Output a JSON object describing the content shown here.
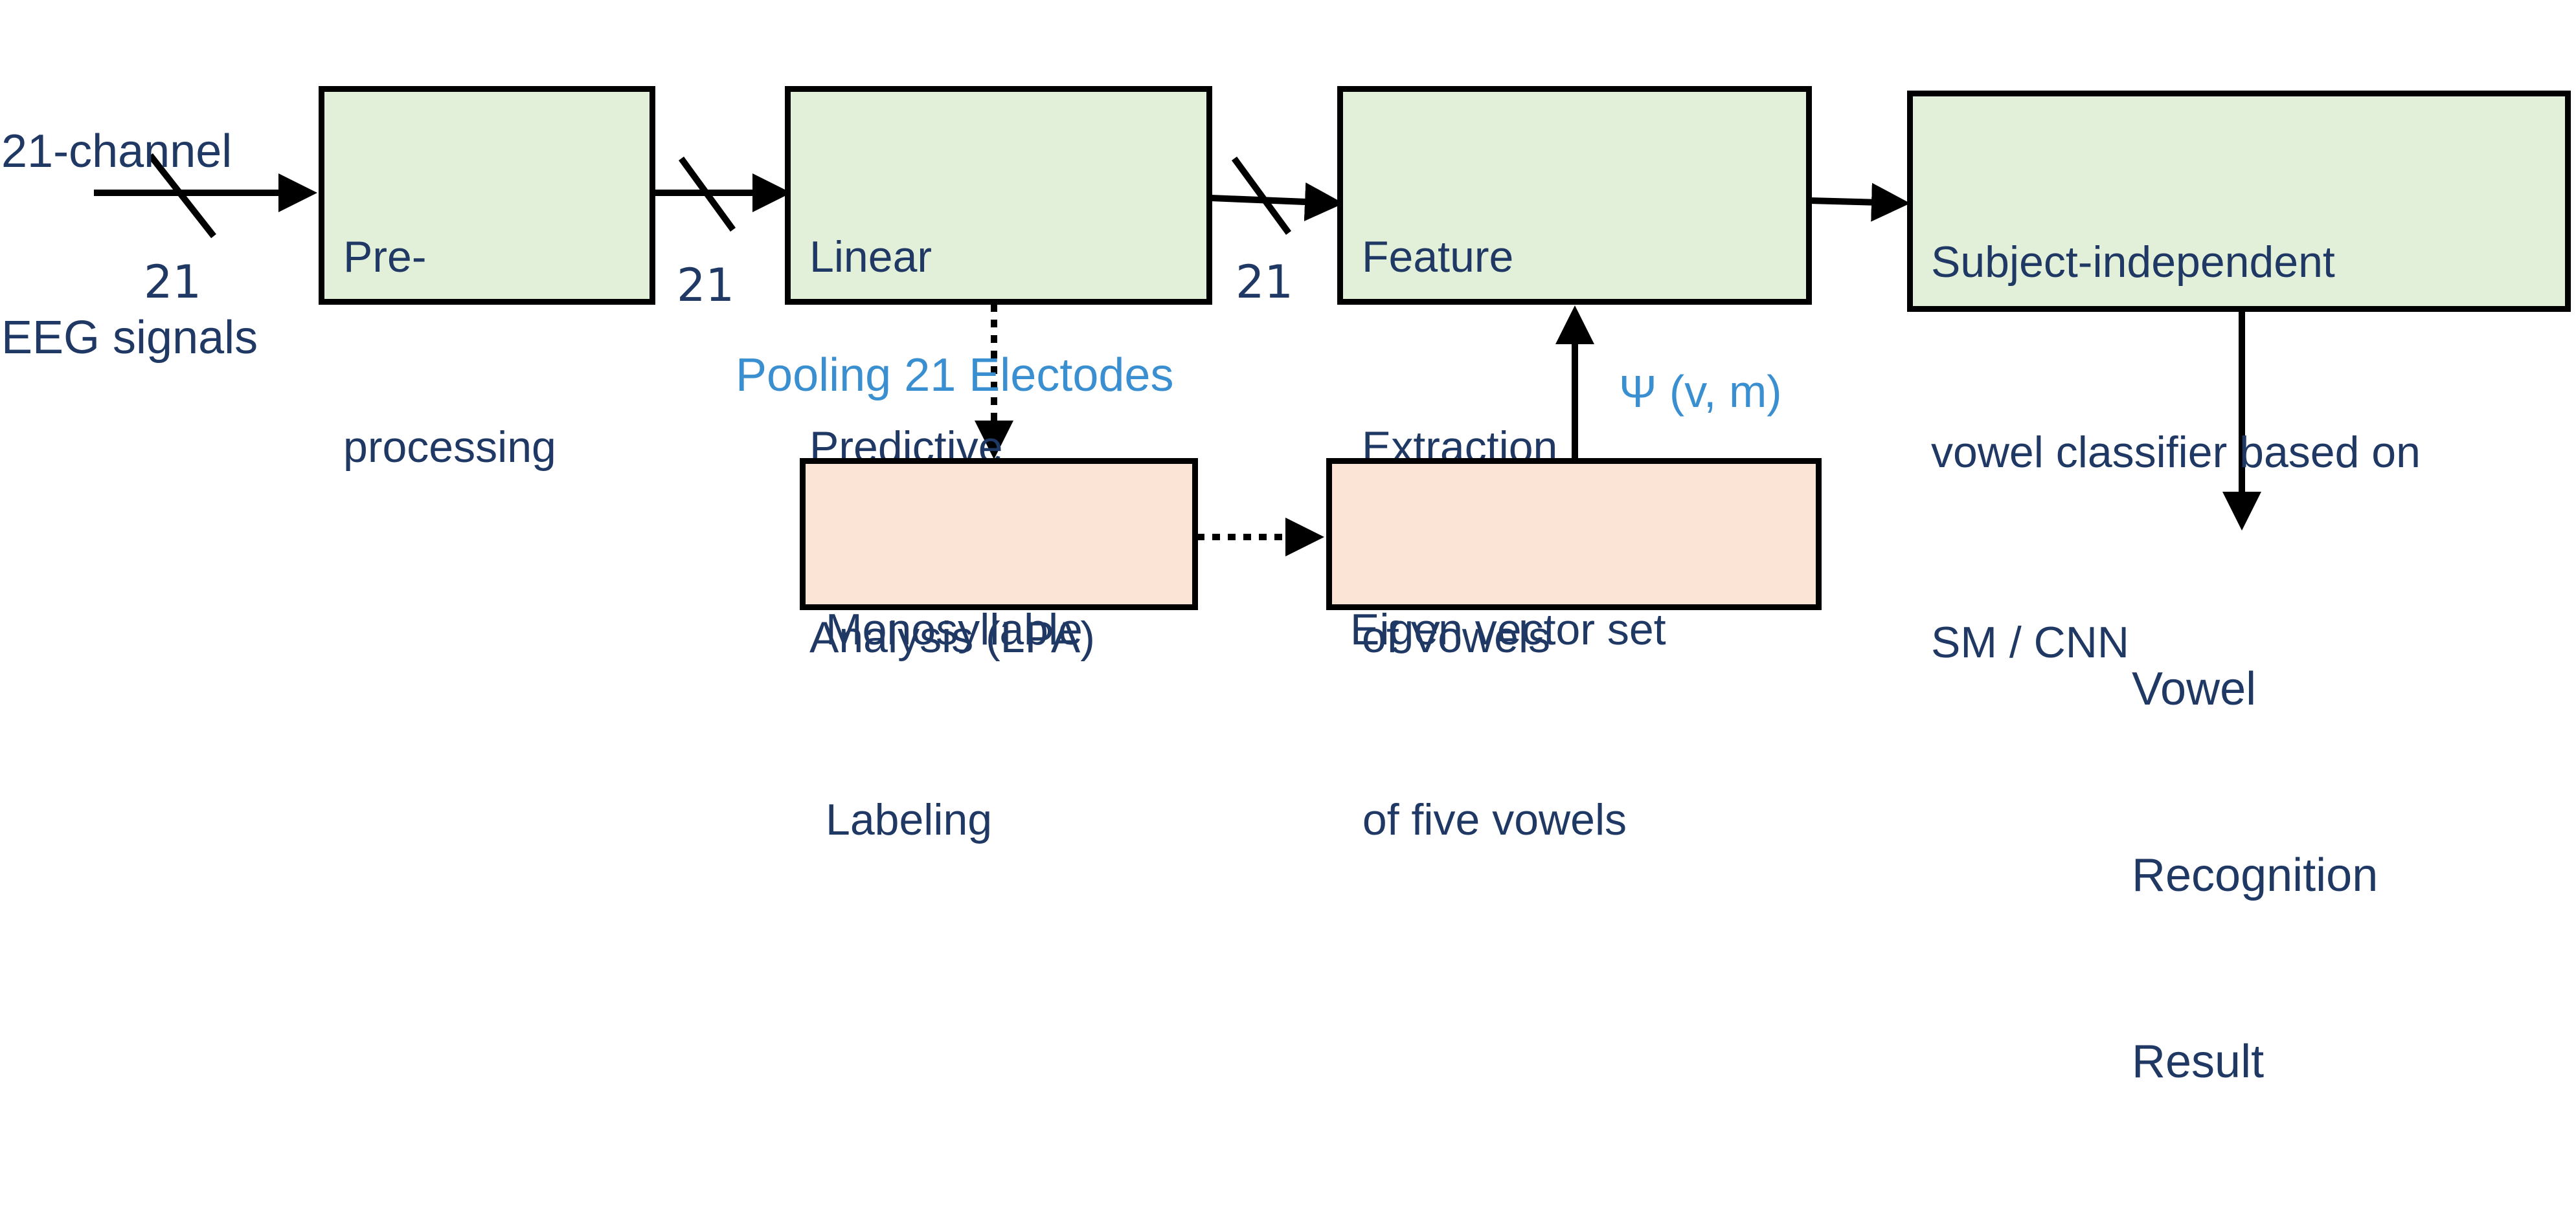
{
  "input_label": {
    "line1": "21-channel",
    "line2": "EEG signals"
  },
  "bus_widths": [
    "21",
    "21",
    "21"
  ],
  "boxes": {
    "preprocessing": {
      "line1": "Pre-",
      "line2": "processing"
    },
    "lpa": {
      "line1": "Linear",
      "line2": "Predictive",
      "line3": "Analysis (LPA)"
    },
    "feature": {
      "line1": "Feature",
      "line2": "Extraction",
      "line3": "of Vowels"
    },
    "classifier": {
      "line1": "Subject-independent",
      "line2": "vowel classifier based on",
      "line3": "SM / CNN"
    },
    "labeling": {
      "line1": "Monosyllable",
      "line2": "Labeling"
    },
    "eigen": {
      "line1": "Eigen vector set",
      "line2": " of five vowels"
    }
  },
  "pooling_label": "Pooling 21 Electodes",
  "psi_label": "Ψ (v, m)",
  "output_label": {
    "line1": "Vowel",
    "line2": "Recognition",
    "line3": "Result"
  },
  "colors": {
    "process_fill": "#e2efd9",
    "labeling_fill": "#fbe4d5",
    "text_dark": "#1f3864",
    "text_light": "#3a8fd1",
    "line": "#000000"
  }
}
